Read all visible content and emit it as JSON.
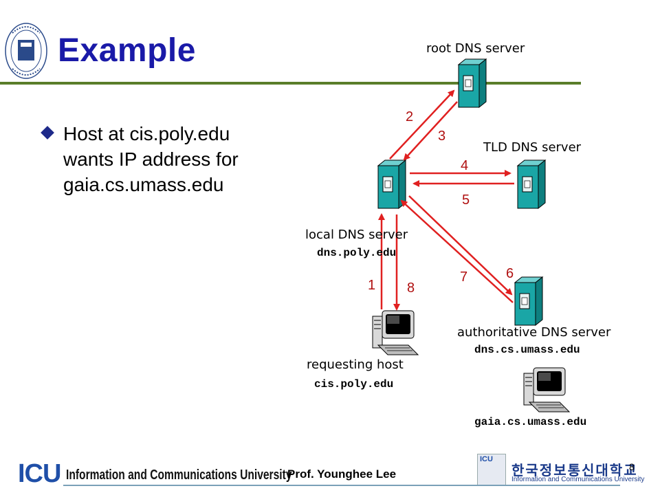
{
  "slide": {
    "title": "Example",
    "bullet": "Host at cis.poly.edu wants IP address for gaia.cs.umass.edu"
  },
  "diagram": {
    "root": {
      "label": "root DNS server"
    },
    "tld": {
      "label": "TLD DNS server"
    },
    "local": {
      "label": "local DNS server",
      "host": "dns.poly.edu"
    },
    "auth": {
      "label": "authoritative DNS server",
      "host": "dns.cs.umass.edu"
    },
    "requesting": {
      "label": "requesting host",
      "host": "cis.poly.edu"
    },
    "target": {
      "host": "gaia.cs.umass.edu"
    },
    "steps": [
      "1",
      "2",
      "3",
      "4",
      "5",
      "6",
      "7",
      "8"
    ],
    "arrow_color": "#e02020",
    "server_color": "#1aa6a6"
  },
  "footer": {
    "icu_mark": "ICU",
    "university": "Information and Communications University",
    "professor": "Prof. Younghee Lee",
    "page_number": "8",
    "korean_name": "한국정보통신대학교",
    "korean_sub": "Information and Communications University",
    "logo_mark": "ICU"
  }
}
